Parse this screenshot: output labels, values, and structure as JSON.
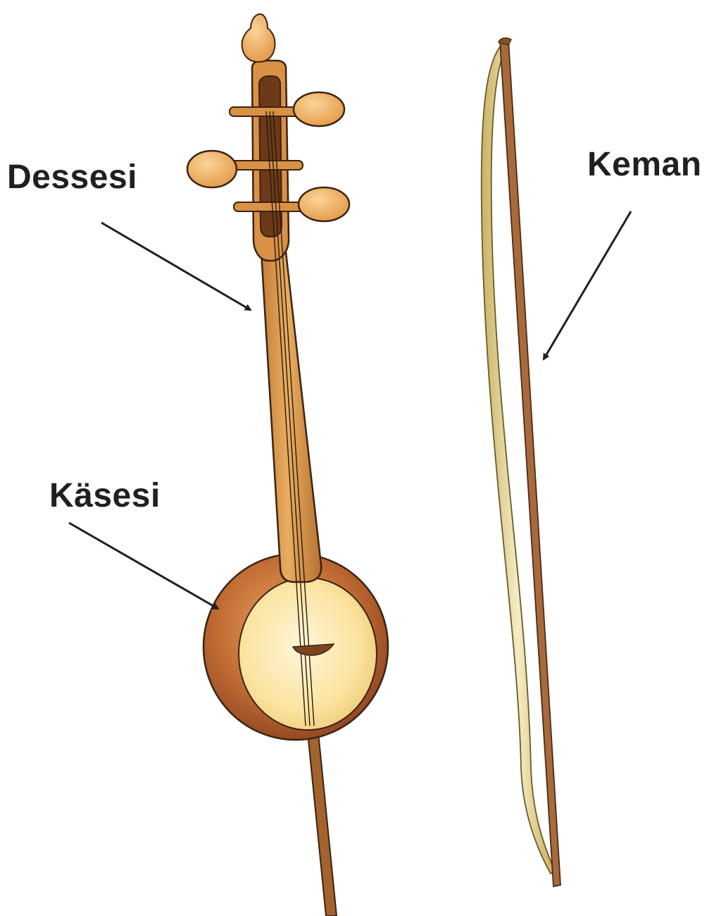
{
  "labels": {
    "neck": "Dessesi",
    "body": "Käsesi",
    "bow": "Keman"
  },
  "colors": {
    "wood_light": "#e2a458",
    "wood_mid": "#c98a45",
    "wood_dark": "#8a5024",
    "bowl_outer": "#a8572a",
    "soundboard": "#fbe7a6",
    "peg": "#efb262",
    "bow_stick": "#a86a3c",
    "bow_hair": "#d8c77e",
    "outline": "#3a2414",
    "label_text": "#231f20",
    "background": "#ffffff"
  }
}
